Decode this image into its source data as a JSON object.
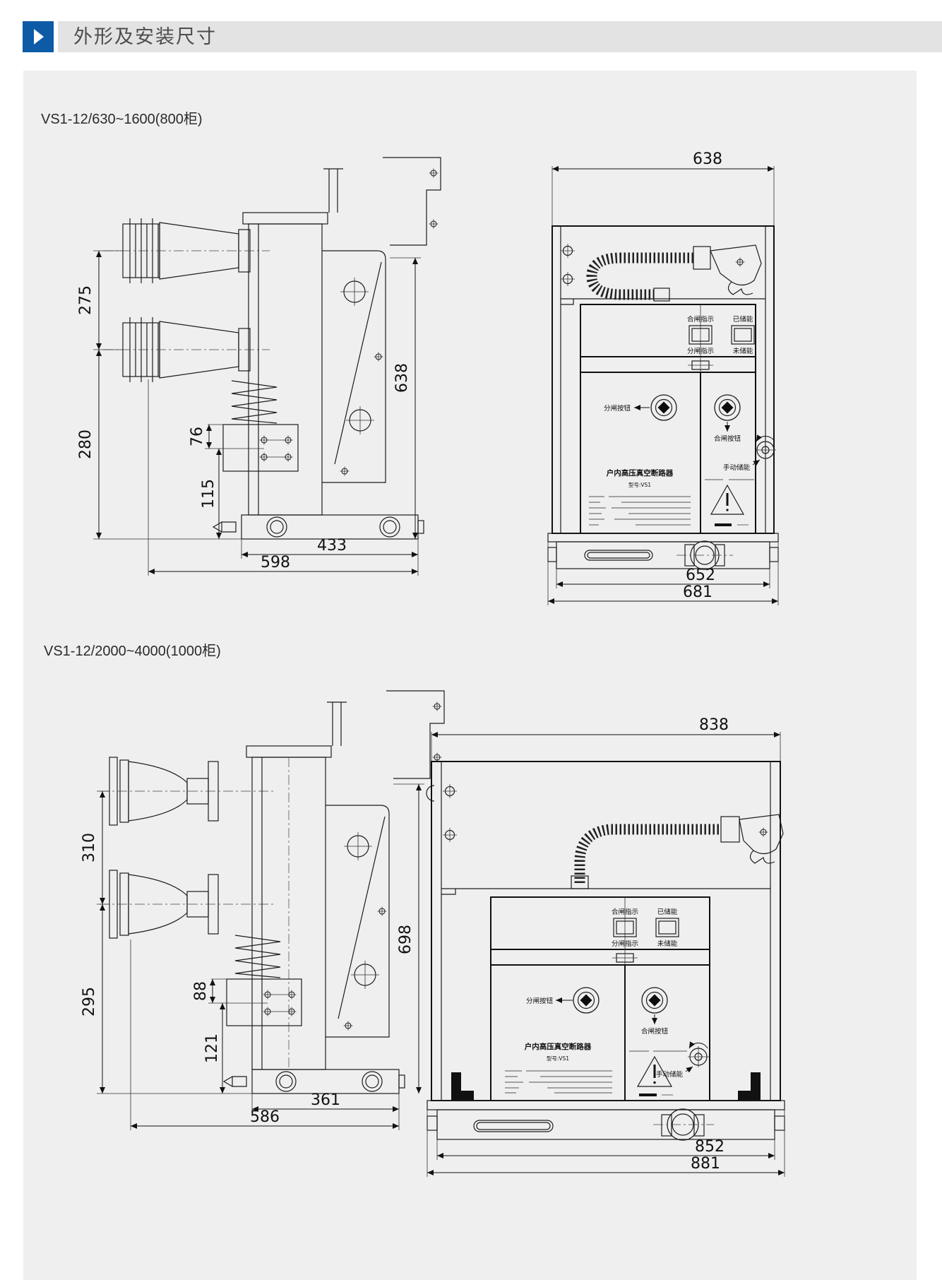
{
  "header": {
    "title": "外形及安装尺寸"
  },
  "sections": [
    {
      "label": "VS1-12/630~1600(800柜)",
      "side_dims": {
        "pole_spacing": "275",
        "pole_to_base": "280",
        "bracket_height": "76",
        "bracket_to_base": "115",
        "rail_width": "433",
        "total_width": "598",
        "height": "638"
      },
      "front_dims": {
        "top_width": "638",
        "rail_width": "652",
        "total_width": "681"
      }
    },
    {
      "label": "VS1-12/2000~4000(1000柜)",
      "side_dims": {
        "pole_spacing": "310",
        "pole_to_base": "295",
        "bracket_height": "88",
        "bracket_to_base": "121",
        "rail_width": "361",
        "total_width": "586",
        "height": "698"
      },
      "front_dims": {
        "top_width": "838",
        "rail_width": "852",
        "total_width": "881"
      }
    }
  ],
  "panel_labels": {
    "closing_indicator": "合闸指示",
    "opening_indicator": "分闸指示",
    "energy_stored": "已储能",
    "energy_not_stored": "未储能",
    "opening_button": "分闸按钮",
    "closing_button": "合闸按钮",
    "manual_charging": "手动储能",
    "nameplate_title": "户内高压真空断路器",
    "nameplate_model": "型号:VS1"
  }
}
